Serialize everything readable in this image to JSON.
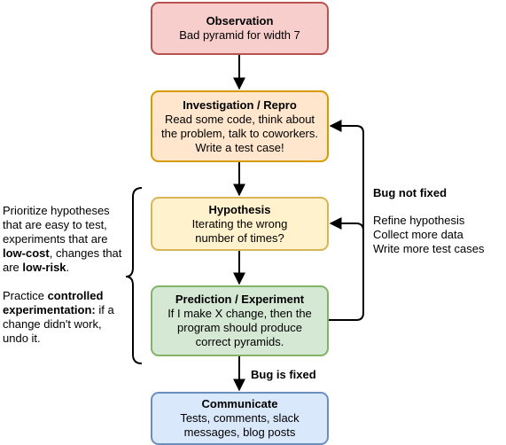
{
  "nodes": {
    "observation": {
      "title": "Observation",
      "lines": [
        "Bad pyramid for width 7"
      ]
    },
    "investigation": {
      "title": "Investigation / Repro",
      "lines": [
        "Read some code, think about",
        "the problem, talk to coworkers.",
        "Write a test case!"
      ]
    },
    "hypothesis": {
      "title": "Hypothesis",
      "lines": [
        "Iterating the wrong",
        "number of times?"
      ]
    },
    "prediction": {
      "title": "Prediction / Experiment",
      "lines": [
        "If I make X change, then the",
        "program should produce",
        "correct pyramids."
      ]
    },
    "communicate": {
      "title": "Communicate",
      "lines": [
        "Tests, comments, slack",
        "messages, blog posts"
      ]
    }
  },
  "edge_labels": {
    "bug_not_fixed": "Bug not fixed",
    "bug_is_fixed": "Bug is fixed",
    "refine_actions": [
      "Refine hypothesis",
      "Collect more data",
      "Write more test cases"
    ]
  },
  "side_note": {
    "para1": {
      "a": "Prioritize hypotheses that are easy to test, experiments that are ",
      "b": "low-cost",
      "c": ", changes that are ",
      "d": "low-risk",
      "e": "."
    },
    "para2": {
      "a": "Practice ",
      "b": "controlled experimentation:",
      "c": " if a change didn't work, undo it."
    }
  }
}
